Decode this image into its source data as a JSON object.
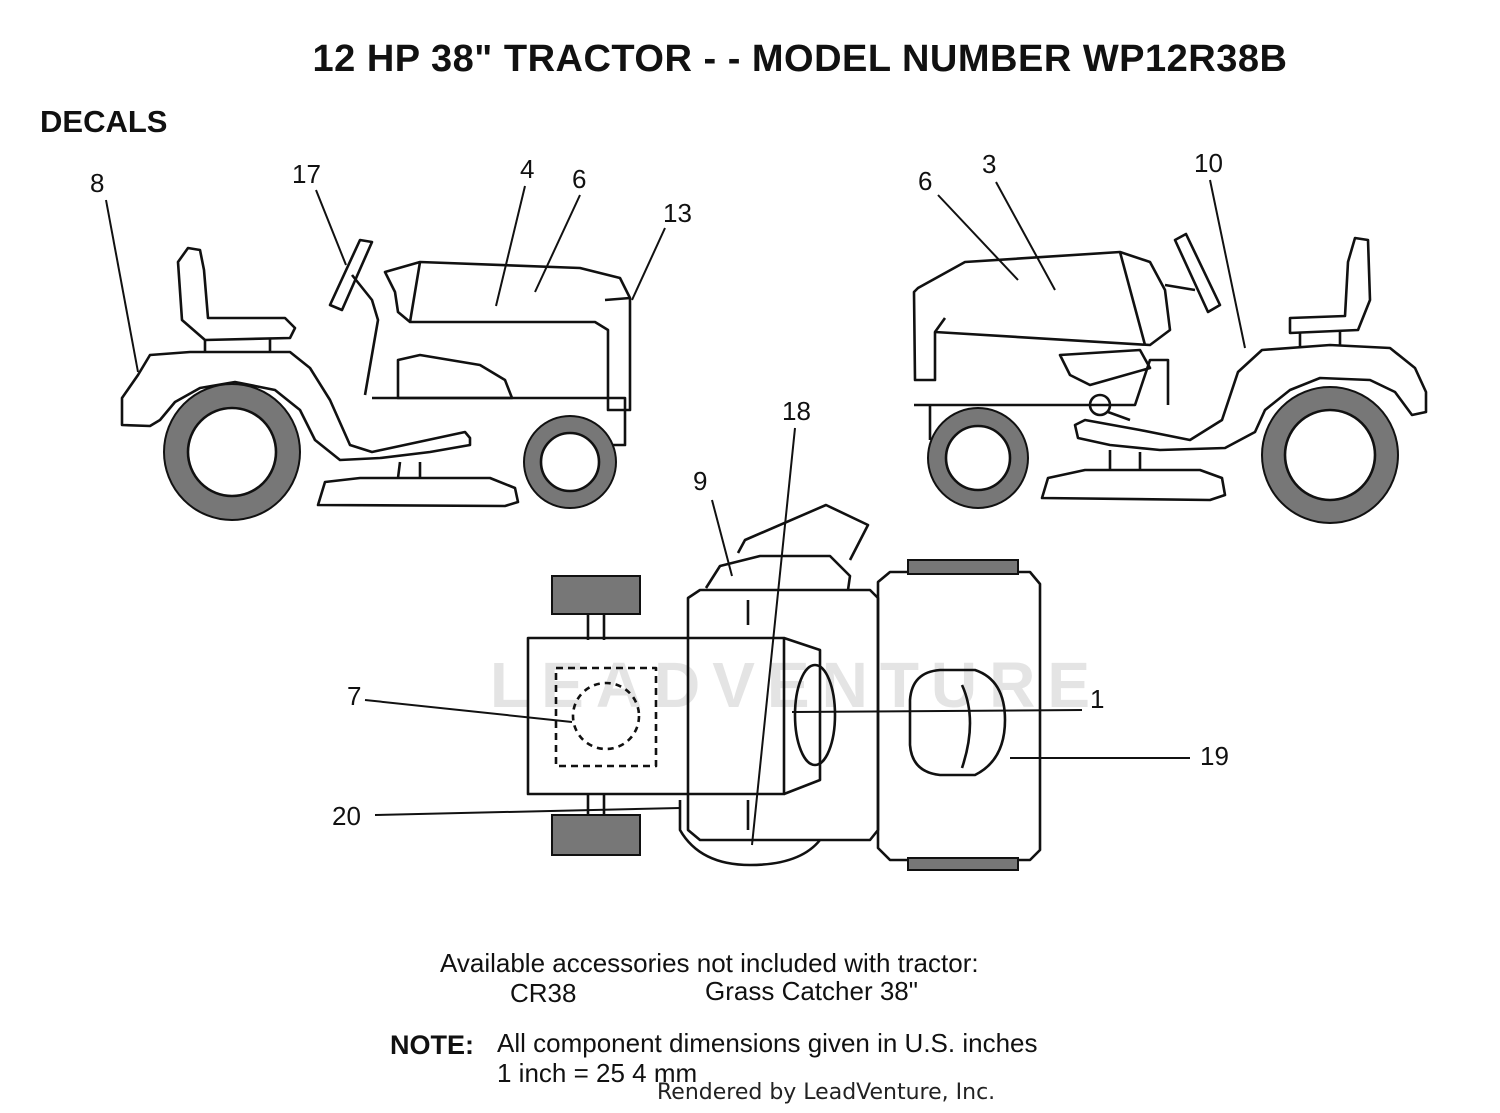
{
  "header": {
    "title": "12 HP 38\" TRACTOR - - MODEL NUMBER WP12R38B",
    "section": "DECALS"
  },
  "callouts": {
    "left_view": [
      "8",
      "17",
      "4",
      "6",
      "13"
    ],
    "right_view": [
      "6",
      "3",
      "10"
    ],
    "top_view": [
      "18",
      "9",
      "7",
      "1",
      "19",
      "20"
    ]
  },
  "watermark": "LEADVENTURE",
  "accessories": {
    "heading": "Available accessories not included with tractor:",
    "items": [
      {
        "code": "CR38",
        "description": "Grass Catcher 38\""
      }
    ]
  },
  "note": {
    "label": "NOTE:",
    "line1": "All component dimensions given in U.S. inches",
    "line2": "1 inch = 25 4 mm"
  },
  "footer": {
    "rendered_by": "Rendered by LeadVenture, Inc."
  }
}
